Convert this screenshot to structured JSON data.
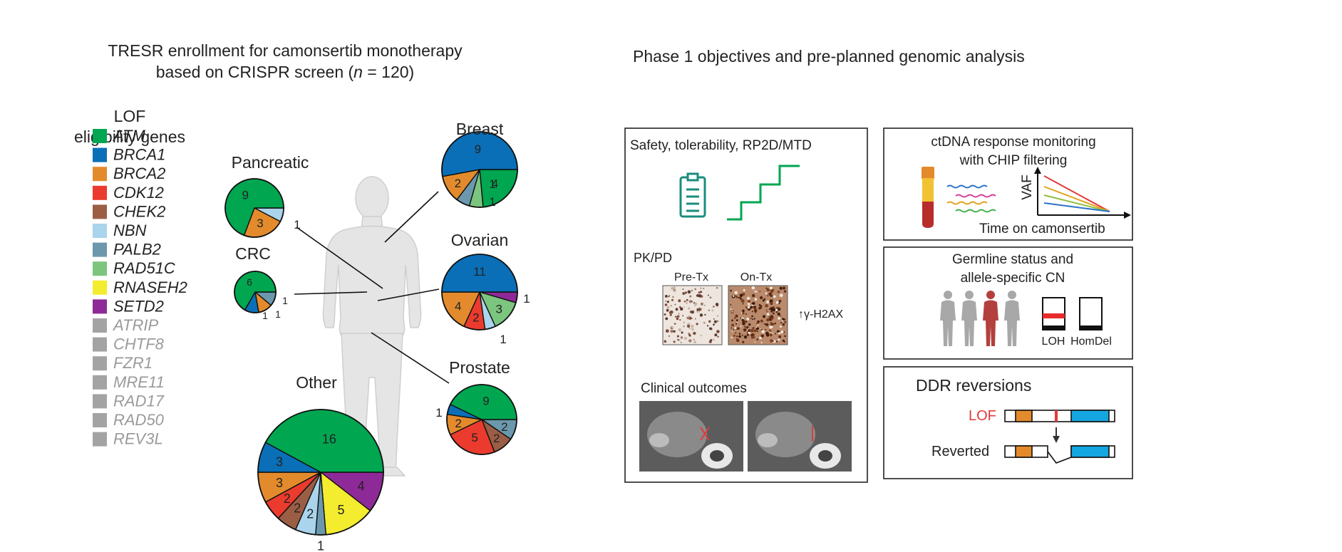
{
  "left_panel": {
    "title_line1": "TRESR enrollment for camonsertib monotherapy",
    "title_line2_prefix": "based on CRISPR screen (",
    "title_line2_n": "n",
    "title_line2_suffix": " = 120)"
  },
  "legend": {
    "heading_line1": "LOF",
    "heading_line2": "eligibility genes",
    "items": [
      {
        "gene": "ATM",
        "color": "#00a650",
        "style": "color"
      },
      {
        "gene": "BRCA1",
        "color": "#0a6fb7",
        "style": "color"
      },
      {
        "gene": "BRCA2",
        "color": "#e38b2c",
        "style": "color"
      },
      {
        "gene": "CDK12",
        "color": "#ea3b2e",
        "style": "color"
      },
      {
        "gene": "CHEK2",
        "color": "#9b5e45",
        "style": "color"
      },
      {
        "gene": "NBN",
        "color": "#a9d4ec",
        "style": "color"
      },
      {
        "gene": "PALB2",
        "color": "#6b98ad",
        "style": "color"
      },
      {
        "gene": "RAD51C",
        "color": "#7cc57e",
        "style": "color"
      },
      {
        "gene": "RNASEH2",
        "color": "#f4ec2e",
        "style": "color"
      },
      {
        "gene": "SETD2",
        "color": "#8e2a97",
        "style": "color"
      },
      {
        "gene": "ATRIP",
        "color": "#a3a3a3",
        "style": "gray"
      },
      {
        "gene": "CHTF8",
        "color": "#a3a3a3",
        "style": "gray"
      },
      {
        "gene": "FZR1",
        "color": "#a3a3a3",
        "style": "gray"
      },
      {
        "gene": "MRE11",
        "color": "#a3a3a3",
        "style": "gray"
      },
      {
        "gene": "RAD17",
        "color": "#a3a3a3",
        "style": "gray"
      },
      {
        "gene": "RAD50",
        "color": "#a3a3a3",
        "style": "gray"
      },
      {
        "gene": "REV3L",
        "color": "#a3a3a3",
        "style": "gray"
      }
    ]
  },
  "chart_data": [
    {
      "type": "pie",
      "title": "Breast",
      "slices": [
        {
          "gene": "ATM",
          "value": 4,
          "label": "4"
        },
        {
          "gene": "RAD51C",
          "value": 1,
          "label": "1"
        },
        {
          "gene": "PALB2",
          "value": 1,
          "label": "1"
        },
        {
          "gene": "BRCA2",
          "value": 2,
          "label": "2"
        },
        {
          "gene": "BRCA1",
          "value": 9,
          "label": "9"
        }
      ]
    },
    {
      "type": "pie",
      "title": "Pancreatic",
      "slices": [
        {
          "gene": "NBN",
          "value": 1,
          "label": "1"
        },
        {
          "gene": "BRCA2",
          "value": 3,
          "label": "3"
        },
        {
          "gene": "ATM",
          "value": 9,
          "label": "9"
        }
      ]
    },
    {
      "type": "pie",
      "title": "CRC",
      "slices": [
        {
          "gene": "PALB2",
          "value": 1,
          "label": "1"
        },
        {
          "gene": "BRCA2",
          "value": 1,
          "label": "1"
        },
        {
          "gene": "BRCA1",
          "value": 1,
          "label": "1"
        },
        {
          "gene": "ATM",
          "value": 6,
          "label": "6"
        }
      ]
    },
    {
      "type": "pie",
      "title": "Ovarian",
      "slices": [
        {
          "gene": "SETD2",
          "value": 1,
          "label": "1"
        },
        {
          "gene": "RAD51C",
          "value": 3,
          "label": "3"
        },
        {
          "gene": "NBN",
          "value": 1,
          "label": "1"
        },
        {
          "gene": "CDK12",
          "value": 2,
          "label": "2"
        },
        {
          "gene": "BRCA2",
          "value": 4,
          "label": "4"
        },
        {
          "gene": "BRCA1",
          "value": 11,
          "label": "11"
        }
      ]
    },
    {
      "type": "pie",
      "title": "Prostate",
      "slices": [
        {
          "gene": "PALB2",
          "value": 2,
          "label": "2"
        },
        {
          "gene": "CHEK2",
          "value": 2,
          "label": "2"
        },
        {
          "gene": "CDK12",
          "value": 5,
          "label": "5"
        },
        {
          "gene": "BRCA2",
          "value": 2,
          "label": "2"
        },
        {
          "gene": "BRCA1",
          "value": 1,
          "label": "1"
        },
        {
          "gene": "ATM",
          "value": 9,
          "label": "9"
        }
      ]
    },
    {
      "type": "pie",
      "title": "Other",
      "slices": [
        {
          "gene": "SETD2",
          "value": 4,
          "label": "4"
        },
        {
          "gene": "RNASEH2",
          "value": 5,
          "label": "5"
        },
        {
          "gene": "PALB2",
          "value": 1,
          "label": "1"
        },
        {
          "gene": "NBN",
          "value": 2,
          "label": "2"
        },
        {
          "gene": "CHEK2",
          "value": 2,
          "label": "2"
        },
        {
          "gene": "CDK12",
          "value": 2,
          "label": "2"
        },
        {
          "gene": "BRCA2",
          "value": 3,
          "label": "3"
        },
        {
          "gene": "BRCA1",
          "value": 3,
          "label": "3"
        },
        {
          "gene": "ATM",
          "value": 16,
          "label": "16"
        }
      ]
    }
  ],
  "right_panel": {
    "title": "Phase 1 objectives and pre-planned genomic analysis",
    "objectives_box": {
      "safety_label": "Safety, tolerability, RP2D/MTD",
      "pkpd_label": "PK/PD",
      "pre_tx_label": "Pre-Tx",
      "on_tx_label": "On-Tx",
      "marker_label": "↑γ-H2AX",
      "clinical_label": "Clinical outcomes"
    },
    "ctdna_box": {
      "title_line1": "ctDNA response monitoring",
      "title_line2": "with CHIP filtering",
      "y_axis_label": "VAF",
      "x_axis_label": "Time on camonsertib"
    },
    "germline_box": {
      "title_line1": "Germline status and",
      "title_line2": "allele-specific CN",
      "loh_label": "LOH",
      "homdel_label": "HomDel"
    },
    "ddr_box": {
      "title": "DDR reversions",
      "lof_label": "LOF",
      "reverted_label": "Reverted",
      "lof_color": "#e03a3a"
    }
  }
}
